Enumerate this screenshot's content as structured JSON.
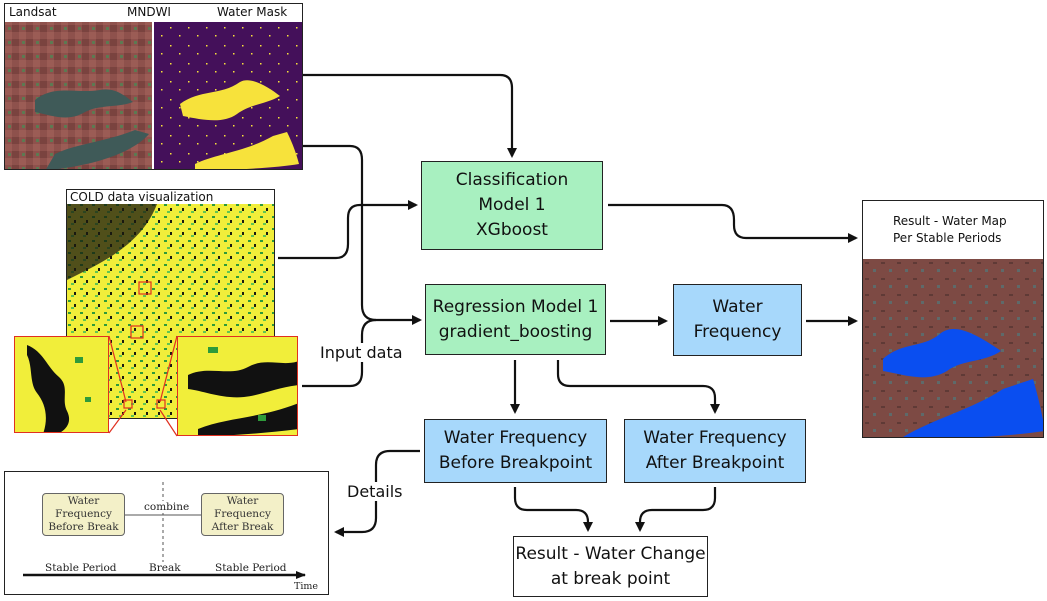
{
  "inputs": {
    "landsat_label": "Landsat",
    "mndwi_label": "MNDWI",
    "water_mask_label": "Water Mask",
    "cold_label": "COLD data visualization"
  },
  "nodes": {
    "classification": [
      "Classification",
      "Model 1",
      "XGboost"
    ],
    "regression": [
      "Regression Model 1",
      "gradient_boosting"
    ],
    "water_frequency": [
      "Water",
      "Frequency"
    ],
    "wf_before": [
      "Water Frequency",
      "Before Breakpoint"
    ],
    "wf_after": [
      "Water Frequency",
      "After Breakpoint"
    ],
    "result_change": [
      "Result - Water Change",
      "at break point"
    ]
  },
  "result_map": {
    "title_lines": [
      "Result - Water Map",
      "Per Stable Periods"
    ]
  },
  "edge_labels": {
    "input_data": "Input data",
    "details": "Details"
  },
  "legend": {
    "before_box": [
      "Water",
      "Frequency",
      "Before Break"
    ],
    "after_box": [
      "Water",
      "Frequency",
      "After Break"
    ],
    "combine": "combine",
    "stable_period_left": "Stable Period",
    "break": "Break",
    "stable_period_right": "Stable Period",
    "time": "Time"
  },
  "colors": {
    "model_green": "#a8f0c0",
    "frequency_blue": "#a7d8fb",
    "mask_purple": "#44105a",
    "mask_yellow": "#f7e23b",
    "cold_yellow": "#f1ee3a",
    "zoom_red": "#e03020",
    "result_brown": "#7d4a44",
    "result_water": "#0a4ef0"
  }
}
